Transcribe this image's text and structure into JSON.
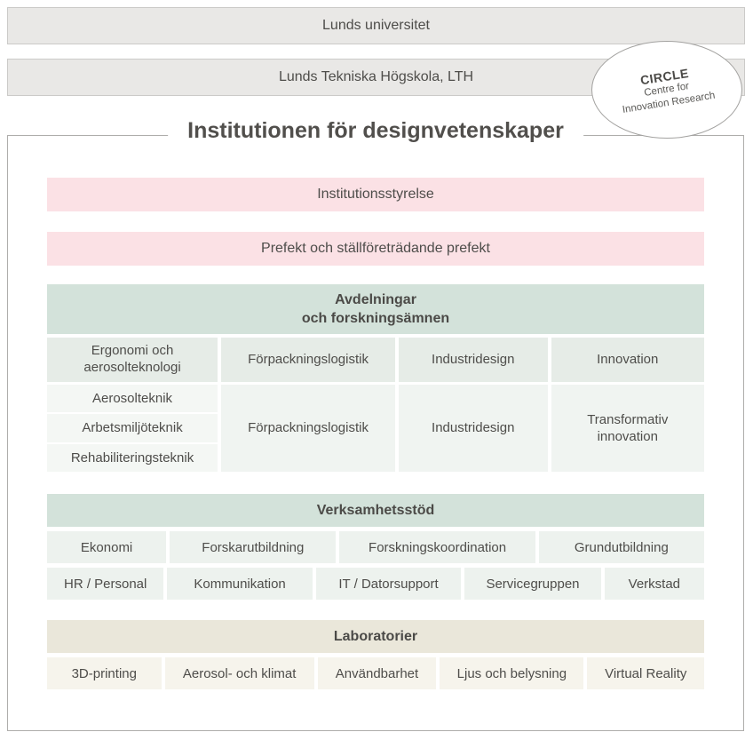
{
  "header": {
    "university_bar": "Lunds universitet",
    "faculty_bar": "Lunds Tekniska Högskola, LTH",
    "circle_badge": {
      "title": "CIRCLE",
      "line1": "Centre for",
      "line2": "Innovation Research"
    },
    "department_title": "Institutionen för designvetenskaper"
  },
  "governance": {
    "board": "Institutionsstyrelse",
    "prefekt": "Prefekt och ställföreträdande prefekt"
  },
  "divisions": {
    "title_line1": "Avdelningar",
    "title_line2": "och forskningsämnen",
    "columns": [
      {
        "division": "Ergonomi och aerosolteknologi",
        "subjects": [
          "Aerosolteknik",
          "Arbetsmiljöteknik",
          "Rehabiliteringsteknik"
        ]
      },
      {
        "division": "Förpackningslogistik",
        "subjects": [
          "Förpackningslogistik"
        ]
      },
      {
        "division": "Industridesign",
        "subjects": [
          "Industridesign"
        ]
      },
      {
        "division": "Innovation",
        "subjects": [
          "Transformativ innovation"
        ]
      }
    ]
  },
  "support": {
    "title": "Verksamhetsstöd",
    "row1": [
      "Ekonomi",
      "Forskarutbildning",
      "Forskningskoordination",
      "Grundutbildning"
    ],
    "row2": [
      "HR / Personal",
      "Kommunikation",
      "IT / Datorsupport",
      "Servicegruppen",
      "Verkstad"
    ]
  },
  "labs": {
    "title": "Laboratorier",
    "items": [
      "3D-printing",
      "Aerosol- och klimat",
      "Användbarhet",
      "Ljus och belysning",
      "Virtual Reality"
    ]
  },
  "colors": {
    "bar_gray": "#e9e8e6",
    "pink": "#fbe1e5",
    "green_header": "#d3e2da",
    "green_cell": "#e6ece7",
    "green_subcell": "#f4f7f4",
    "support_cell": "#edf2ee",
    "beige_header": "#eae7da",
    "beige_cell": "#f6f4ec",
    "text": "#4e4d4a",
    "box_border": "#aeadab"
  }
}
